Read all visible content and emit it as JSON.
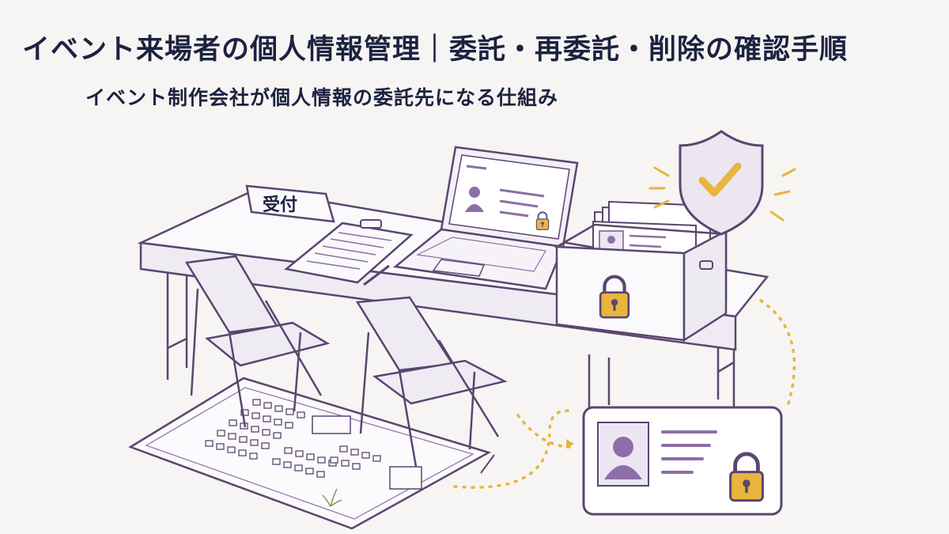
{
  "header": {
    "title": "イベント来場者の個人情報管理｜委託・再委託・削除の確認手順",
    "subtitle": "イベント制作会社が個人情報の委託先になる仕組み"
  },
  "illustration": {
    "reception_sign": "受付",
    "icons": [
      "shield-check-icon",
      "padlock-icon",
      "person-icon",
      "document-icon"
    ]
  },
  "colors": {
    "line": "#5b4670",
    "accent_purple": "#8c6fa6",
    "accent_gold": "#e8b53e",
    "text_dark": "#1c2240",
    "background": "#f6f5f3"
  }
}
